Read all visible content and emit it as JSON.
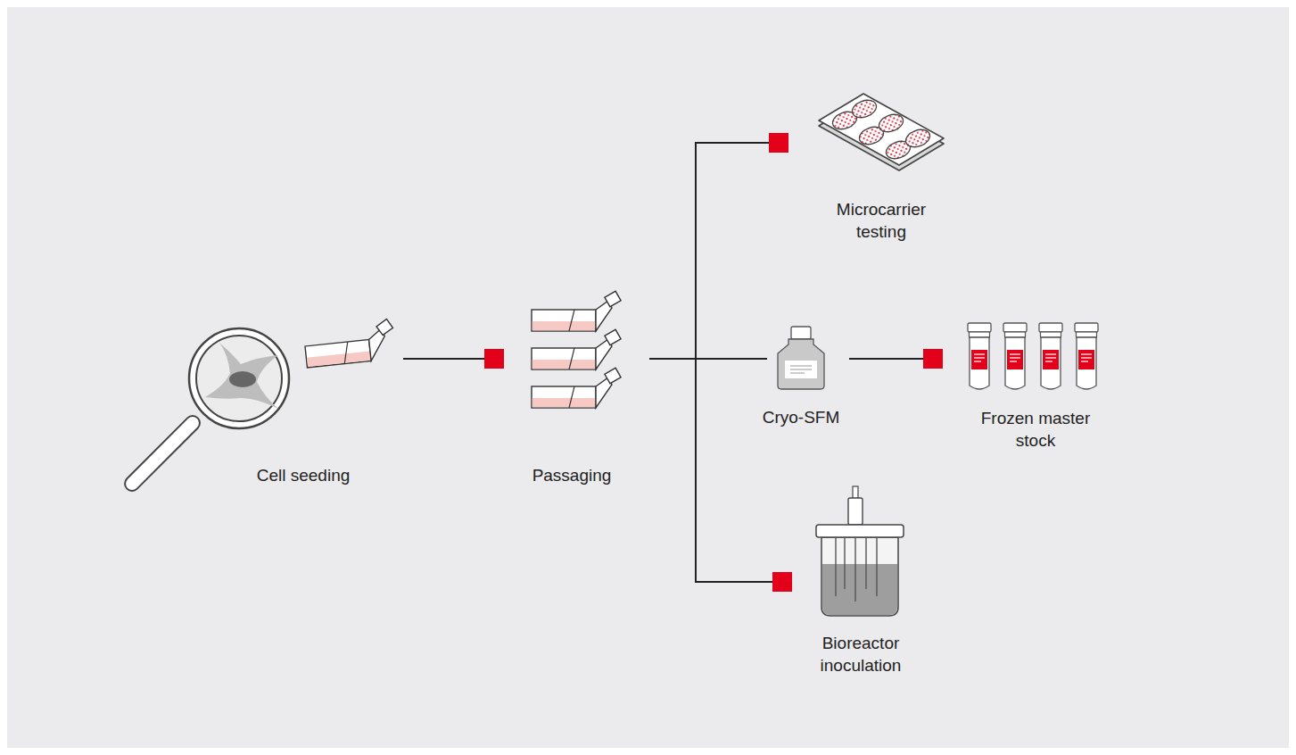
{
  "diagram": {
    "nodes": [
      {
        "text": [
          "Cell seeding"
        ]
      },
      {
        "text": [
          "Passaging"
        ]
      },
      {
        "text": [
          "Microcarrier testing"
        ]
      },
      {
        "text": [
          "Cryo-SFM"
        ]
      },
      {
        "text": [
          "Frozen master stock"
        ]
      },
      {
        "text": [
          "Bioreactor inoculation"
        ]
      }
    ],
    "edges": [
      {
        "from": 0,
        "to": 1,
        "arrow": "to"
      },
      {
        "from": 1,
        "to": 2,
        "arrow": "to"
      },
      {
        "from": 1,
        "to": 3,
        "arrow": "none"
      },
      {
        "from": 1,
        "to": 5,
        "arrow": "to"
      },
      {
        "from": 3,
        "to": 4,
        "arrow": "to"
      }
    ]
  }
}
